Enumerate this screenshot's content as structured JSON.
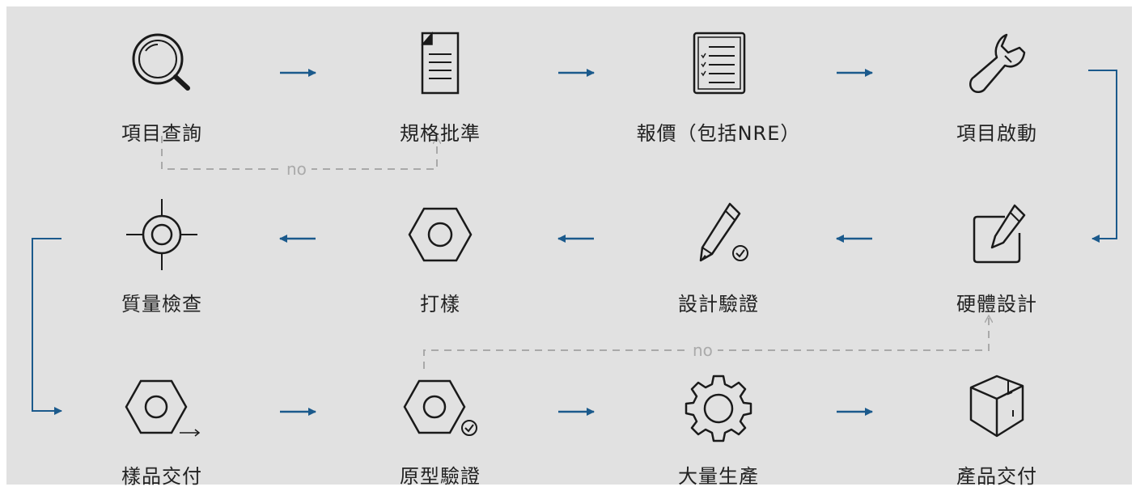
{
  "colors": {
    "background": "#e1e1e1",
    "arrow": "#1b5a8c",
    "dashed": "#a9a9a9",
    "icon": "#1a1a1a",
    "text": "#222222"
  },
  "steps": [
    {
      "label": "項目查詢",
      "icon": "magnifier-icon"
    },
    {
      "label": "規格批準",
      "icon": "document-icon"
    },
    {
      "label": "報價（包括NRE）",
      "icon": "checklist-icon"
    },
    {
      "label": "項目啟動",
      "icon": "wrench-icon"
    },
    {
      "label": "質量檢查",
      "icon": "crosshair-icon"
    },
    {
      "label": "打樣",
      "icon": "hex-nut-icon"
    },
    {
      "label": "設計驗證",
      "icon": "pencil-check-icon"
    },
    {
      "label": "硬體設計",
      "icon": "edit-box-icon"
    },
    {
      "label": "樣品交付",
      "icon": "hex-nut-arrow-icon"
    },
    {
      "label": "原型驗證",
      "icon": "hex-nut-check-icon"
    },
    {
      "label": "大量生產",
      "icon": "gear-icon"
    },
    {
      "label": "產品交付",
      "icon": "box-icon"
    }
  ],
  "loops": [
    {
      "label": "no",
      "from": "項目查詢",
      "to": "規格批準"
    },
    {
      "label": "no",
      "from": "原型驗證",
      "to": "硬體設計"
    }
  ]
}
